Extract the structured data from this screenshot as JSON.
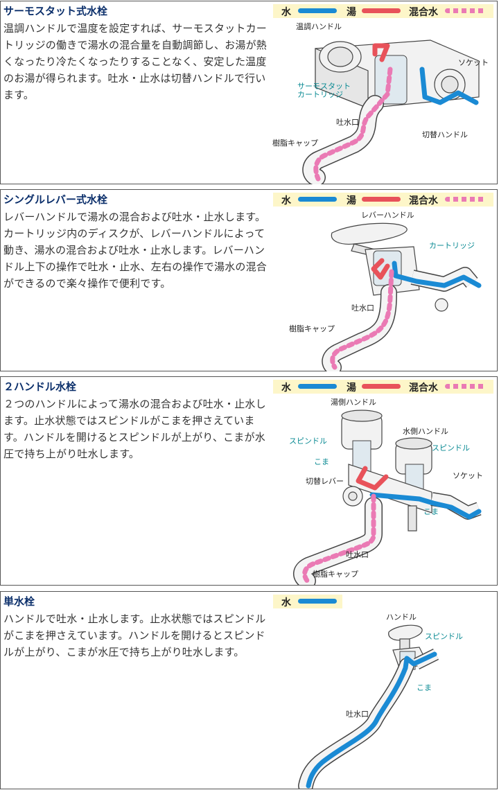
{
  "colors": {
    "water": "#1a8ad4",
    "hot": "#e8525a",
    "mixed": "#ea7ab4",
    "title": "#0b2f6b",
    "legend_bg": "#fdf6c9",
    "teal_label": "#0a8a93"
  },
  "legend": {
    "water": "水",
    "hot": "湯",
    "mixed": "混合水"
  },
  "panels": [
    {
      "title": "サーモスタット式水栓",
      "desc": "温調ハンドルで温度を設定すれば、サーモスタットカートリッジの働きで湯水の混合量を自動調節し、お湯が熱くなったり冷たくなったりすることなく、安定した温度のお湯が得られます。吐水・止水は切替ハンドルで行います。",
      "labels": {
        "temp_handle": "温調ハンドル",
        "socket": "ソケット",
        "cartridge_1": "サーモスタット",
        "cartridge_2": "カートリッジ",
        "spout": "吐水口",
        "switch_handle": "切替ハンドル",
        "resin_cap": "樹脂キャップ"
      }
    },
    {
      "title": "シングルレバー式水栓",
      "desc": "レバーハンドルで湯水の混合および吐水・止水します。カートリッジ内のディスクが、レバーハンドルによって動き、湯水の混合および吐水・止水します。レバーハンドル上下の操作で吐水・止水、左右の操作で湯水の混合ができるので楽々操作で便利です。",
      "labels": {
        "lever_handle": "レバーハンドル",
        "cartridge": "カートリッジ",
        "spout": "吐水口",
        "resin_cap": "樹脂キャップ"
      }
    },
    {
      "title": "２ハンドル水栓",
      "desc": "２つのハンドルによって湯水の混合および吐水・止水します。止水状態ではスピンドルがこまを押さえています。ハンドルを開けるとスピンドルが上がり、こまが水圧で持ち上がり吐水します。",
      "labels": {
        "hot_handle": "湯側ハンドル",
        "cold_handle": "水側ハンドル",
        "spindle_left": "スピンドル",
        "spindle_right": "スピンドル",
        "koma_left": "こま",
        "koma_right": "こま",
        "socket": "ソケット",
        "switch_lever": "切替レバー",
        "spout": "吐水口",
        "resin_cap": "樹脂キャップ"
      }
    },
    {
      "title": "単水栓",
      "desc": "ハンドルで吐水・止水します。止水状態ではスピンドルがこまを押さえています。ハンドルを開けるとスピンドルが上がり、こまが水圧で持ち上がり吐水します。",
      "labels": {
        "handle": "ハンドル",
        "spindle": "スピンドル",
        "koma": "こま",
        "spout": "吐水口"
      }
    }
  ]
}
